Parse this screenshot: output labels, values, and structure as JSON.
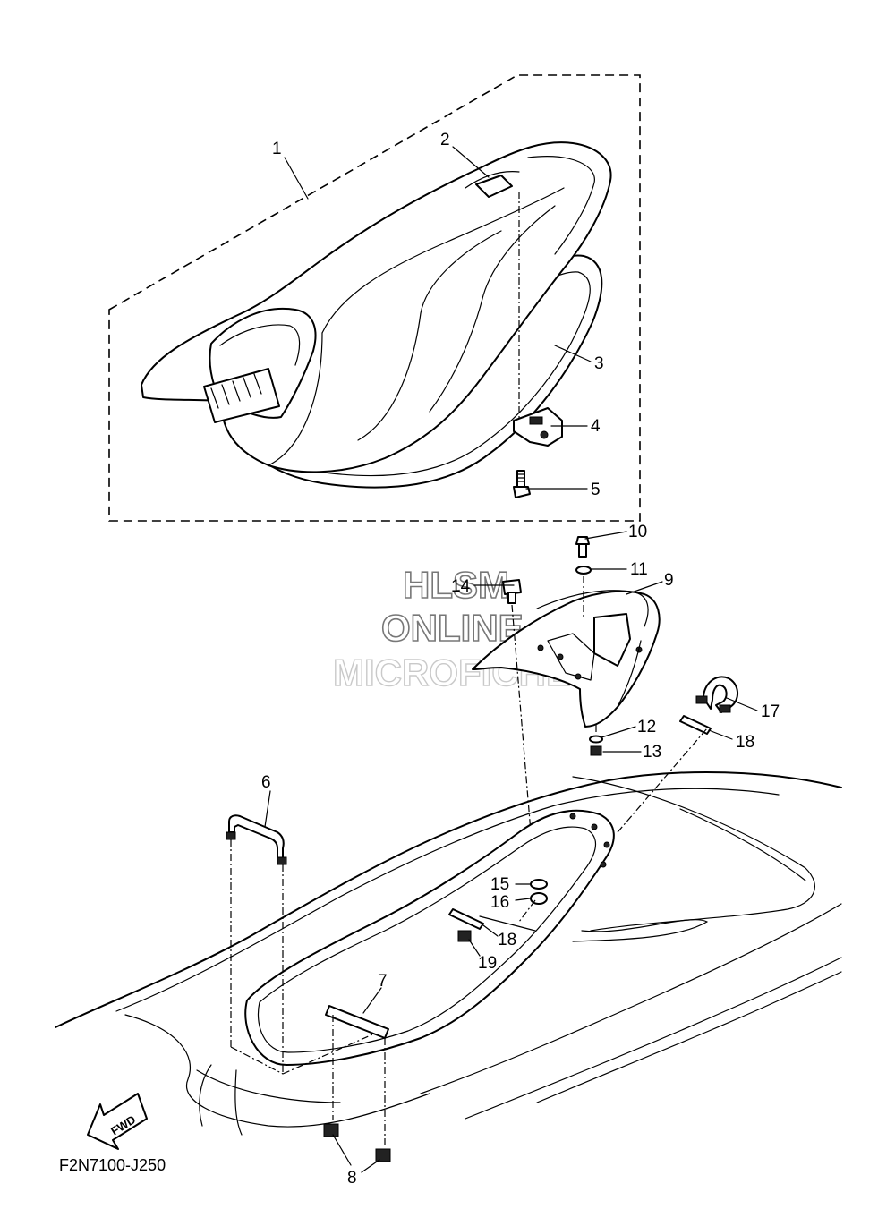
{
  "watermark": {
    "line1": "HLSM",
    "line2": "ONLINE",
    "line3": "MICROFICHE"
  },
  "drawing_code": "F2N7100-J250",
  "fwd_label": "FWD",
  "callouts": [
    "1",
    "2",
    "3",
    "4",
    "5",
    "6",
    "7",
    "8",
    "9",
    "10",
    "11",
    "12",
    "13",
    "14",
    "15",
    "16",
    "17",
    "18",
    "18",
    "19"
  ]
}
